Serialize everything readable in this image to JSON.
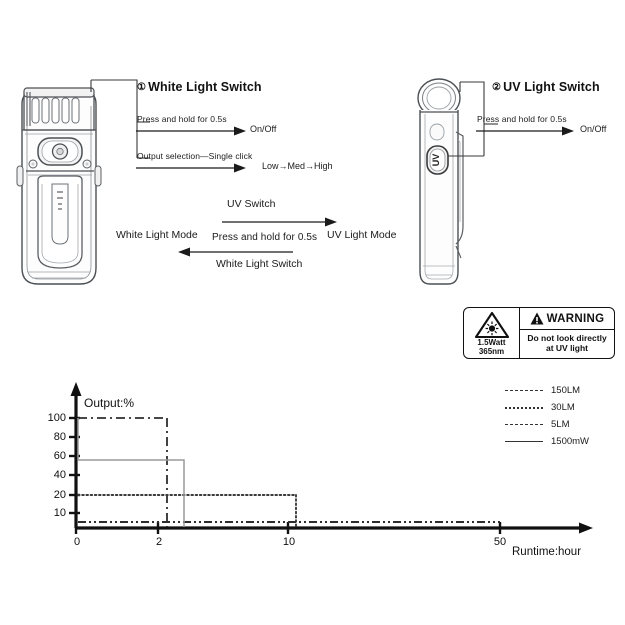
{
  "background": "#ffffff",
  "ink": "#1b1b1b",
  "devices": {
    "front_view": {
      "name": "flashlight-front-view",
      "button_name": "white-light-switch-button"
    },
    "side_view": {
      "name": "flashlight-side-view",
      "button_label": "UV",
      "button_name": "uv-light-switch-button"
    }
  },
  "white_light": {
    "heading_number": "①",
    "heading": "White Light Switch",
    "actions": [
      {
        "caption": "Press and hold for 0.5s",
        "result": "On/Off"
      },
      {
        "caption": "Output selection—Single click",
        "result": "Low→Med→High"
      }
    ]
  },
  "uv_light": {
    "heading_number": "②",
    "heading": "UV Light Switch",
    "actions": [
      {
        "caption": "Press and hold for 0.5s",
        "result": "On/Off"
      }
    ]
  },
  "mode_switch": {
    "left_mode": "White Light Mode",
    "right_mode": "UV Light Mode",
    "center_caption": "Press and hold for 0.5s",
    "top_label": "UV Switch",
    "bottom_label": "White Light Switch"
  },
  "warning": {
    "power": "1.5Watt",
    "wavelength": "365nm",
    "title": "WARNING",
    "title_icon": "warning-triangle-icon",
    "hazard_icon": "uv-hazard-triangle-icon",
    "body_line1": "Do not look directly",
    "body_line2": "at UV light"
  },
  "chart_data": {
    "type": "line",
    "title": "",
    "xlabel": "Runtime:hour",
    "ylabel": "Output:%",
    "xticks": [
      0,
      2,
      10,
      50
    ],
    "yticks": [
      100,
      80,
      60,
      40,
      20,
      10
    ],
    "xlim": [
      0,
      62
    ],
    "ylim": [
      0,
      108
    ],
    "grid": false,
    "legend_position": "top-right",
    "series": [
      {
        "name": "150LM",
        "style": "dash-dot",
        "points": [
          [
            0,
            100
          ],
          [
            2.15,
            100
          ],
          [
            2.15,
            0
          ]
        ]
      },
      {
        "name": "30LM",
        "style": "dotted",
        "points": [
          [
            0,
            20
          ],
          [
            10.3,
            20
          ],
          [
            10.3,
            0
          ]
        ]
      },
      {
        "name": "5LM",
        "style": "dash-dot-dot",
        "points": [
          [
            0,
            3
          ],
          [
            50,
            3
          ],
          [
            50,
            0
          ]
        ]
      },
      {
        "name": "1500mW",
        "style": "solid",
        "points": [
          [
            0,
            100
          ],
          [
            0,
            55
          ],
          [
            2.6,
            55
          ],
          [
            2.6,
            0
          ]
        ]
      }
    ]
  }
}
